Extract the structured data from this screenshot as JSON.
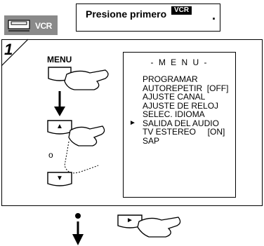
{
  "header": {
    "mode_badge": "VCR",
    "instruction": "Presione primero",
    "instruction_button": "VCR",
    "instruction_end": "."
  },
  "step": {
    "number": "1",
    "menu_button_label": "MENU",
    "up_arrow": "▲",
    "or_label": "o",
    "down_arrow": "▼",
    "play_arrow": "►"
  },
  "menu": {
    "title": "- M E N U -",
    "pointer": "►",
    "items": [
      "PROGRAMAR",
      "AUTOREPETIR  [OFF]",
      "AJUSTE CANAL",
      "AJUSTE DE RELOJ",
      "SELEC. IDIOMA",
      "SALIDA DEL AUDIO",
      "TV ESTEREO     [ON]",
      "SAP"
    ],
    "selected_index": 5
  },
  "colors": {
    "badge": "#8a8a8a",
    "line": "#000000",
    "background": "#ffffff"
  }
}
